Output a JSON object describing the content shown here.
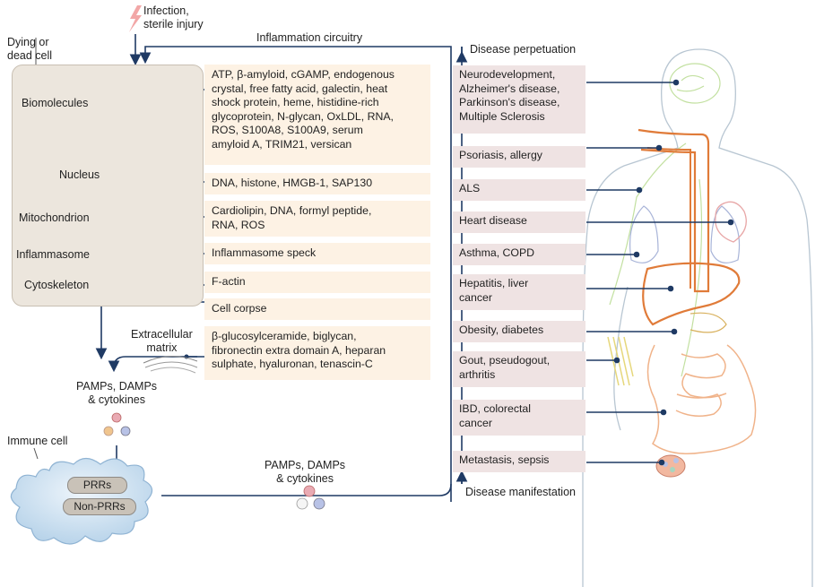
{
  "trigger": {
    "lines": [
      "Infection,",
      "sterile injury"
    ]
  },
  "dying_cell": {
    "lines": [
      "Dying or",
      "dead cell"
    ]
  },
  "inflammation_circuitry": "Inflammation circuitry",
  "disease_perpetuation": "Disease perpetuation",
  "disease_manifestation": "Disease manifestation",
  "organelles": [
    {
      "label": "Biomolecules"
    },
    {
      "label": "Nucleus"
    },
    {
      "label": "Mitochondrion"
    },
    {
      "label": "Inflammasome"
    },
    {
      "label": "Cytoskeleton"
    }
  ],
  "molecules": [
    {
      "lines": [
        "ATP, β-amyloid, cGAMP, endogenous",
        "crystal, free fatty acid, galectin, heat",
        "shock protein, heme, histidine-rich",
        "glycoprotein, N-glycan, OxLDL, RNA,",
        "ROS, S100A8, S100A9, serum",
        "amyloid A, TRIM21, versican"
      ]
    },
    {
      "lines": [
        "DNA, histone, HMGB-1, SAP130"
      ]
    },
    {
      "lines": [
        "Cardiolipin, DNA, formyl peptide,",
        "RNA, ROS"
      ]
    },
    {
      "lines": [
        "Inflammasome speck"
      ]
    },
    {
      "lines": [
        "F-actin"
      ]
    },
    {
      "lines": [
        "Cell corpse"
      ]
    },
    {
      "lines": [
        "β-glucosylceramide, biglycan,",
        "fibronectin extra domain A, heparan",
        "sulphate, hyaluronan, tenascin-C"
      ]
    }
  ],
  "ecm": {
    "lines": [
      "Extracellular",
      "matrix"
    ]
  },
  "pamps_left": {
    "lines": [
      "PAMPs, DAMPs",
      "& cytokines"
    ]
  },
  "pamps_mid": {
    "lines": [
      "PAMPs, DAMPs",
      "& cytokines"
    ]
  },
  "immune_cell": "Immune cell",
  "prrs": "PRRs",
  "non_prrs": "Non-PRRs",
  "diseases": [
    {
      "lines": [
        "Neurodevelopment,",
        "Alzheimer's disease,",
        "Parkinson's disease,",
        "Multiple Sclerosis"
      ]
    },
    {
      "lines": [
        "Psoriasis, allergy"
      ]
    },
    {
      "lines": [
        "ALS"
      ]
    },
    {
      "lines": [
        "Heart disease"
      ]
    },
    {
      "lines": [
        "Asthma, COPD"
      ]
    },
    {
      "lines": [
        "Hepatitis, liver",
        "cancer"
      ]
    },
    {
      "lines": [
        "Obesity, diabetes"
      ]
    },
    {
      "lines": [
        "Gout, pseudogout,",
        "arthritis"
      ]
    },
    {
      "lines": [
        "IBD, colorectal",
        "cancer"
      ]
    },
    {
      "lines": [
        "Metastasis, sepsis"
      ]
    }
  ],
  "colors": {
    "navy": "#1f3a64",
    "molecule_bg": "#fdf2e4",
    "disease_bg": "#efe3e3",
    "cell_bg": "#ece6dd",
    "organ_orange": "#e07b39"
  }
}
